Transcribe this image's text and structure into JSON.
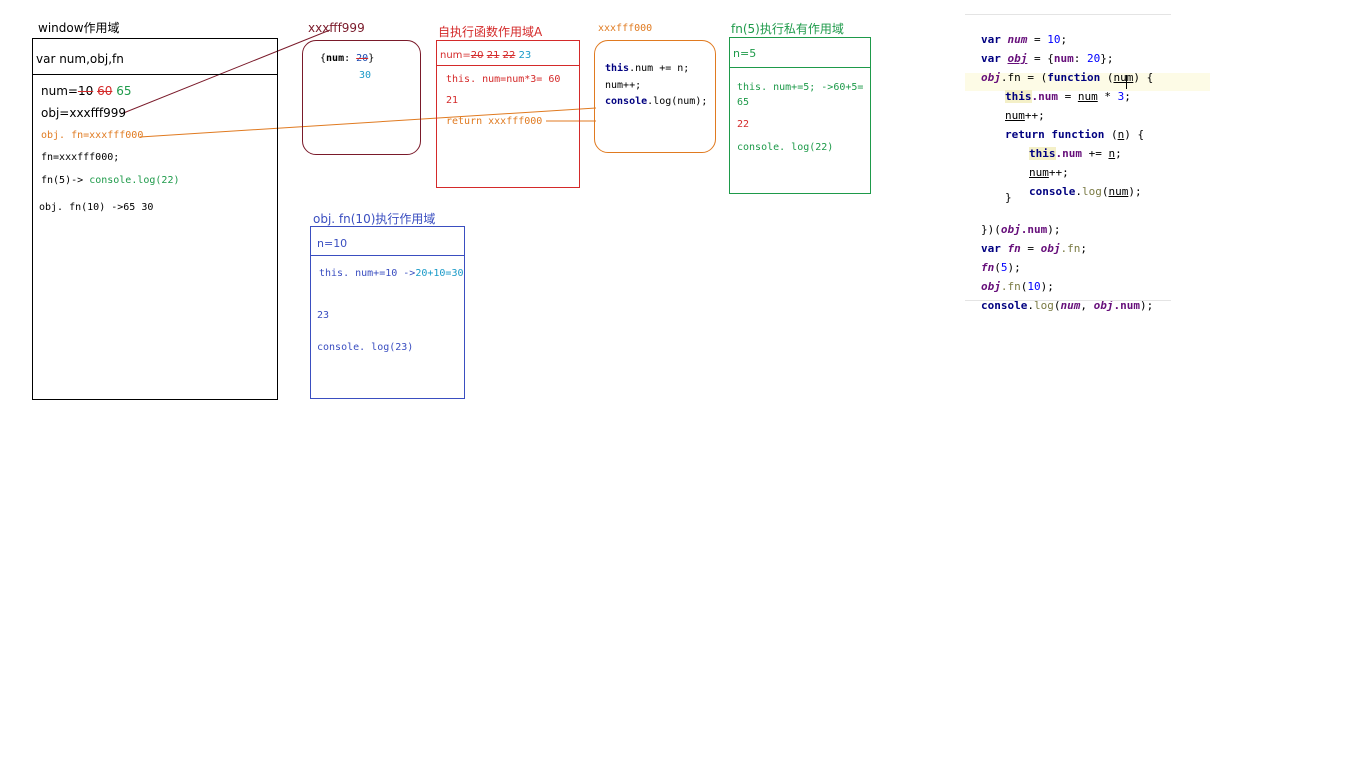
{
  "window_scope": {
    "title": "window作用域",
    "declaration": "var num,obj,fn",
    "num_label": "num=",
    "num_old1": "10",
    "num_old2": "60",
    "num_current": "65",
    "obj_line": "obj=xxxfff999",
    "objfn_line": "obj. fn=xxxfff000",
    "fn_line": "fn=xxxfff000;",
    "call5_prefix": "fn(5)->",
    "call5_log": "console.log(22)",
    "call10_line": "obj. fn(10) ->65 30"
  },
  "heap_object": {
    "address": "xxxfff999",
    "content_prefix": "{",
    "content_key": "num",
    "content_sep": ": ",
    "content_old": "20",
    "content_suffix": "}",
    "content_new": "30"
  },
  "self_exec_scope": {
    "title": "自执行函数作用域A",
    "num_label": "num=",
    "num_old1": "20",
    "num_old2": "21",
    "num_old3": "22",
    "num_current": "23",
    "line1": "this. num=num*3= 60",
    "line2": "21",
    "line3": "return xxxfff000"
  },
  "heap_function": {
    "address": "xxxfff000",
    "line1_kw": "this",
    "line1_rest": ".num += n;",
    "line2": "num++;",
    "line3_kw": "console",
    "line3_rest": ".log(num);"
  },
  "fn5_scope": {
    "title": "fn(5)执行私有作用域",
    "param": "n=5",
    "line1": "this. num+=5; ->60+5=",
    "line1b": "65",
    "line2": "22",
    "line3": "console. log(22)"
  },
  "fn10_scope": {
    "title": "obj. fn(10)执行作用域",
    "param": "n=10",
    "line1_a": "this. num+=10 ->",
    "line1_b": "20+10=30",
    "line2": "23",
    "line3": "console. log(23)"
  },
  "code": {
    "l1": {
      "kw": "var",
      "name": "num",
      "rest": " = ",
      "num": "10",
      "end": ";"
    },
    "l2": {
      "kw": "var",
      "name": "obj",
      "rest": " = {",
      "key": "num",
      "sep": ": ",
      "num": "20",
      "end": "};"
    },
    "l3": {
      "obj": "obj",
      "dot_fn": ".fn",
      "mid": " = (",
      "kw": "function",
      "sp": " (",
      "param": "num",
      "end": ") {"
    },
    "l4": {
      "this": "this",
      "prop": ".num",
      "mid": " = ",
      "param": "num",
      "op": " * ",
      "num": "3",
      "end": ";"
    },
    "l5": {
      "param": "num",
      "end": "++;"
    },
    "l6": {
      "kw1": "return",
      "kw2": "function",
      "open": " (",
      "param": "n",
      "end": ") {"
    },
    "l7": {
      "this": "this",
      "prop": ".num",
      "mid": " += ",
      "param": "n",
      "end": ";"
    },
    "l8": {
      "param": "num",
      "end": "++;"
    },
    "l9": {
      "obj": "console",
      "dot": ".",
      "fn": "log",
      "open": "(",
      "param": "num",
      "end": ");"
    },
    "l10": {
      "text": "}"
    },
    "l11": {
      "open": "})(",
      "obj": "obj",
      "prop": ".num",
      "end": ");"
    },
    "l12": {
      "kw": "var",
      "name": "fn",
      "mid": " = ",
      "obj": "obj",
      "dot_fn": ".fn",
      "end": ";"
    },
    "l13": {
      "fn": "fn",
      "open": "(",
      "num": "5",
      "end": ");"
    },
    "l14": {
      "obj": "obj",
      "dot_fn": ".fn",
      "open": "(",
      "num": "10",
      "end": ");"
    },
    "l15": {
      "obj": "console",
      "dot": ".",
      "fn": "log",
      "open": "(",
      "a": "num",
      "sep": ", ",
      "b": "obj",
      "prop": ".num",
      "end": ");"
    }
  },
  "colors": {
    "heap_object": "#7a1a2a",
    "self_exec": "#d42a2a",
    "heap_fn": "#e07a20",
    "fn5": "#1e9a4a",
    "fn10": "#3a4ec0",
    "cyan": "#1a9ac8"
  }
}
